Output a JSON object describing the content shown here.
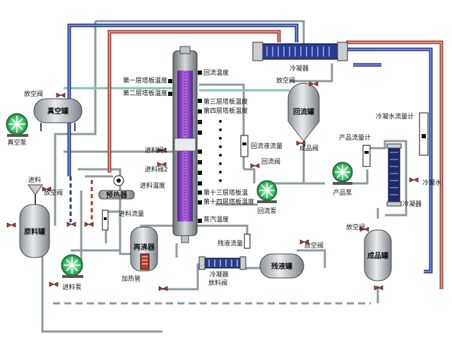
{
  "equipment": {
    "vacuum_tank": "真空罐",
    "vacuum_pump": "真空泵",
    "feed_tank": "原料罐",
    "feed_pump": "进料泵",
    "preheater": "预热器",
    "reboiler": "再沸器",
    "heating_tube": "加热管",
    "condenser_top": "冷凝器",
    "reflux_tank": "回流罐",
    "reflux_pump": "回流泵",
    "product_pump": "产品泵",
    "product_cooler": "冷凝器",
    "product_tank": "成品罐",
    "residue_cooler": "冷凝器",
    "residue_tank": "残液罐"
  },
  "labels": {
    "vent_1": "放空阀",
    "vent_2": "放空阀",
    "vent_3": "放空阀",
    "vent_4": "放空阀",
    "vent_5": "放空阀",
    "feed": "进料",
    "feed_valve_1": "进料阀1",
    "feed_valve_2": "进料阀2",
    "feed_temp": "进料温度",
    "feed_flow": "进料流量",
    "tray_1": "第一层塔板温度",
    "tray_2": "第二层塔板温度",
    "tray_3": "第三层塔板温度",
    "tray_4": "第四层塔板温度",
    "tray_13": "第十三层塔板温",
    "tray_14": "第十四层塔板温度",
    "reflux_temp": "回流温度",
    "reflux_flow": "回流液流量",
    "reflux_valve": "回流阀",
    "product_valve": "成品阀",
    "product_flow": "产品流量计",
    "cooling_flow": "冷凝水流量计",
    "cooling_water": "冷凝水",
    "steam_temp": "蒸汽温度",
    "residue_flow": "残液流量",
    "discharge_valve": "放料阀"
  },
  "colors": {
    "pipe_gray": "#8c9aa0",
    "pipe_blue": "#2a3d8f",
    "pipe_red": "#b03a2e",
    "teal": "#7fc4b8",
    "vessel": "#b8bdc2",
    "column_fill": "#8f3fc9",
    "pump_green": "#3fbf6a"
  }
}
